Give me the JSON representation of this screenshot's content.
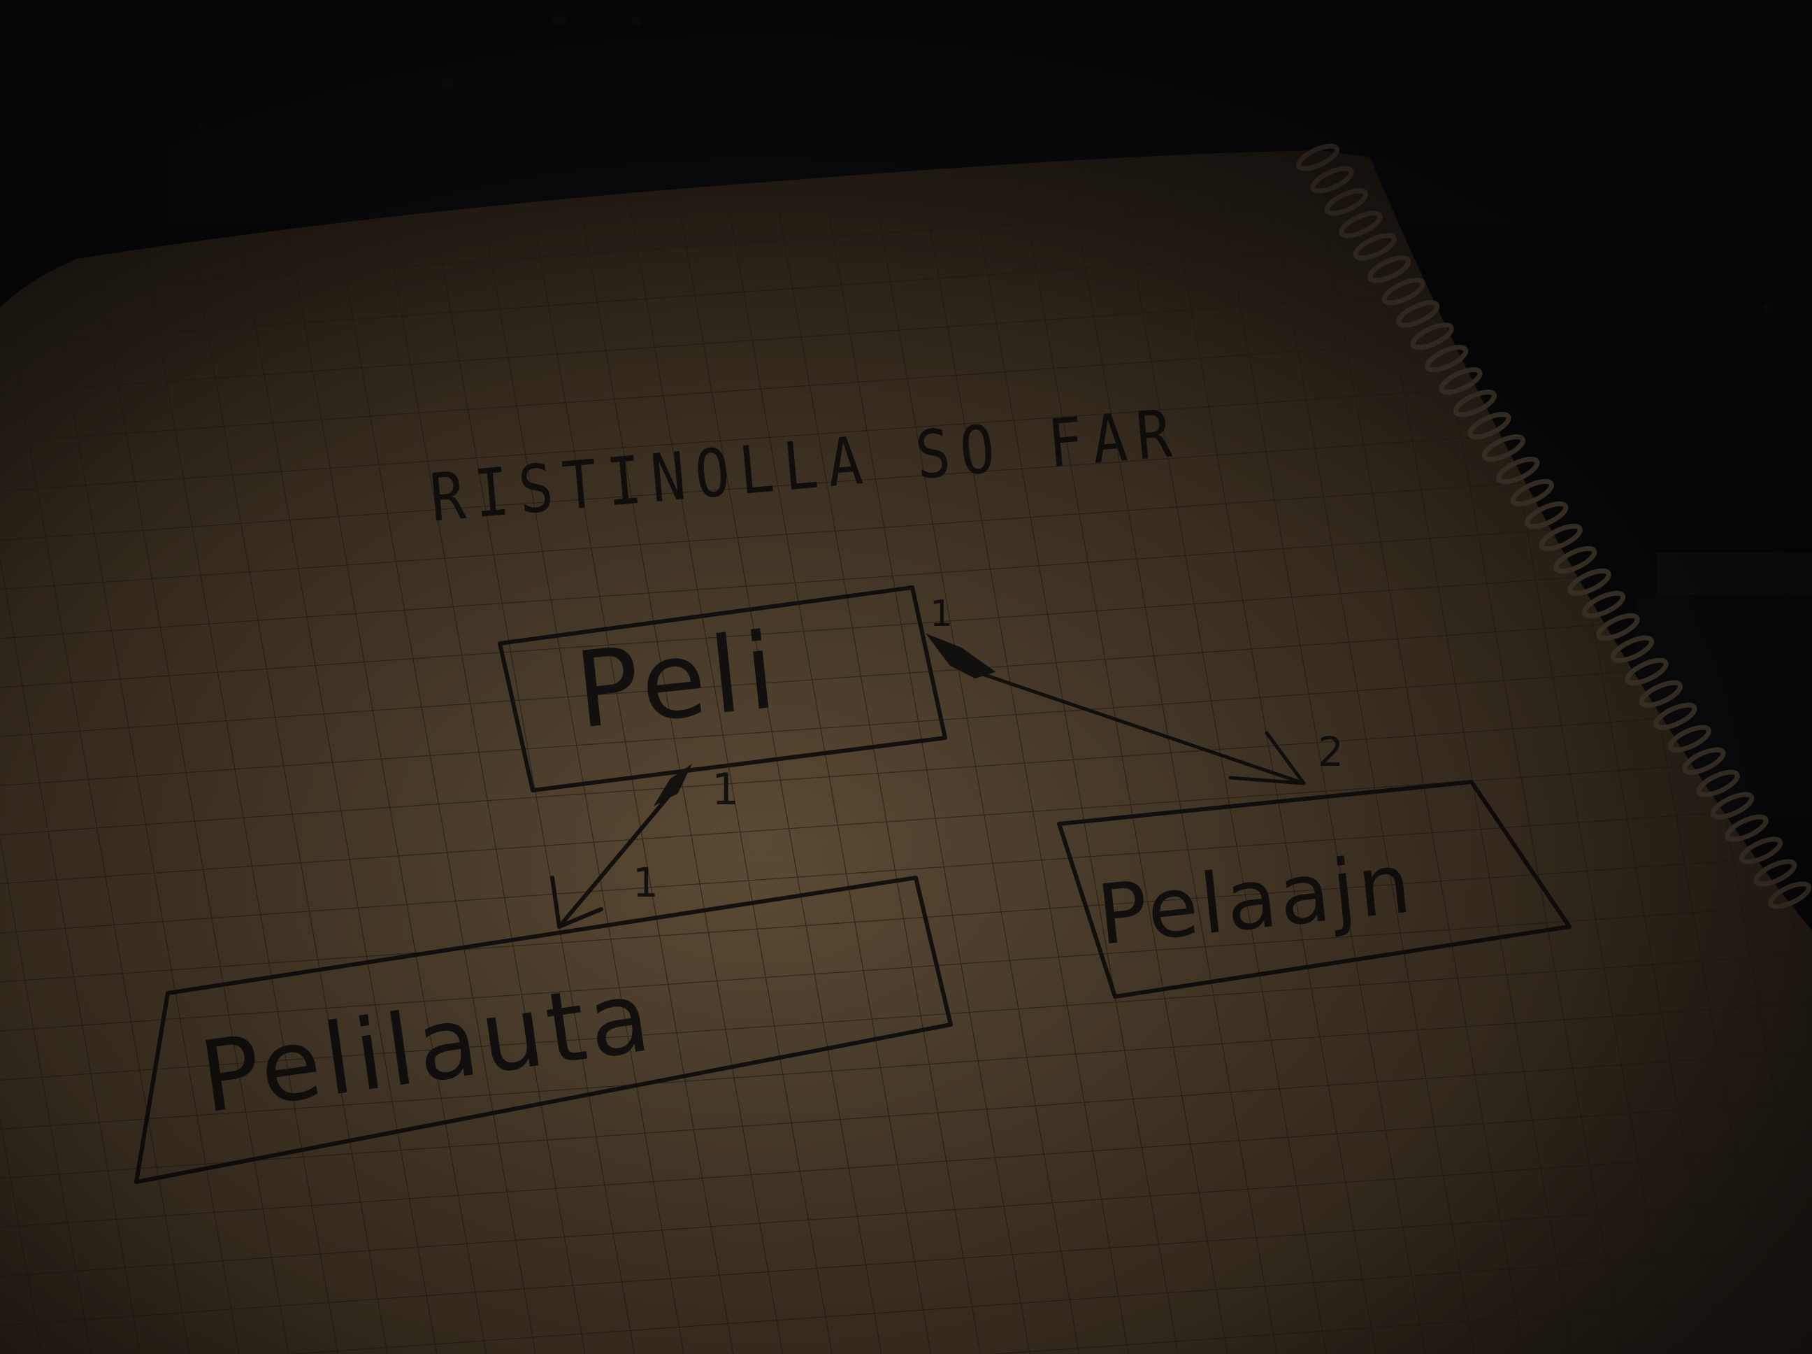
{
  "diagram": {
    "title": "RISTINOLLA SO FAR",
    "nodes": {
      "peli": "Peli",
      "pelilauta": "Pelilauta",
      "pelaaja": "Pelaajn"
    },
    "edges": {
      "peli_pelilauta": {
        "source_multiplicity": "1",
        "target_multiplicity": "1"
      },
      "peli_pelaaja": {
        "source_multiplicity": "1",
        "target_multiplicity": "2"
      }
    }
  },
  "colors": {
    "ink": "#141210",
    "paper": "#4a3c2a",
    "paper_light": "#5a4a35",
    "grid": "#3a2f22",
    "background": "#0b0a0c"
  }
}
